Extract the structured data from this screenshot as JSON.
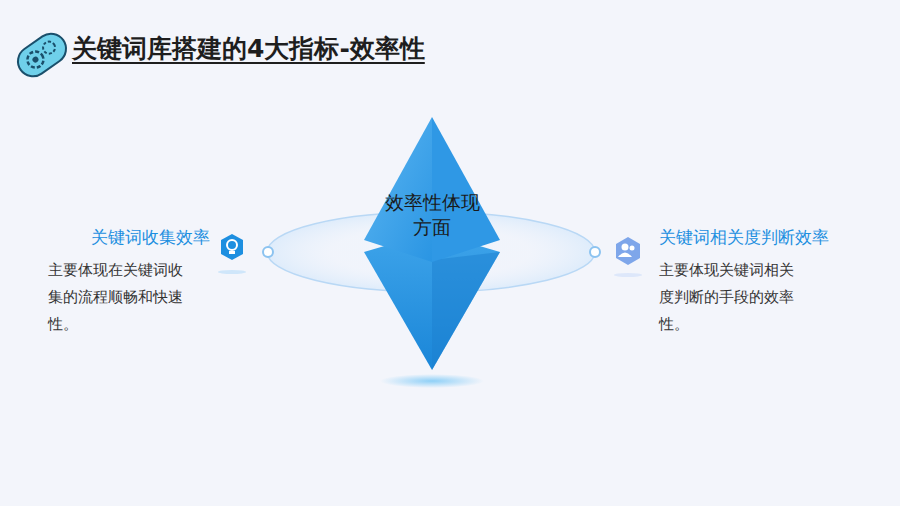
{
  "diagram": {
    "title": "关键词库搭建的4大指标-效率性",
    "nodes": [
      {
        "text": [
          "效率性体现方面"
        ]
      },
      {
        "text": [
          "关键词收集效率",
          "主要体现在关键词收集的流程顺畅和快速性。"
        ]
      },
      {
        "text": [
          "关键词相关度判断效率",
          "主要体现关键词相关度判断的手段的效率性。"
        ]
      }
    ]
  }
}
